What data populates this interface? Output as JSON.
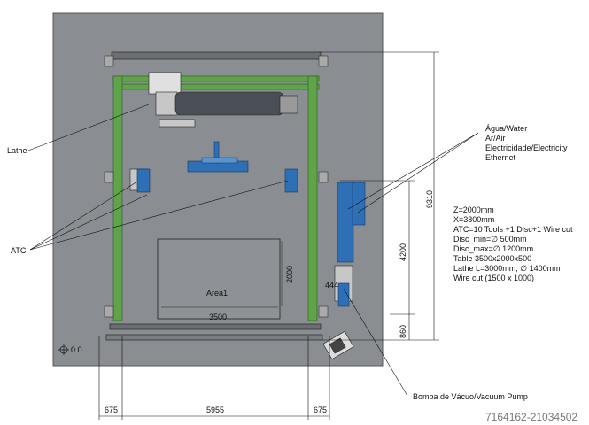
{
  "labels": {
    "lathe": "Lathe",
    "atc": "ATC",
    "area": "Area1",
    "origin": "0.0",
    "vacuum": "Bomba de Vácuo/Vacuum Pump"
  },
  "utilities": [
    "Água/Water",
    "Ar/Air",
    "Electricidade/Electricity",
    "Ethernet"
  ],
  "specs": [
    "Z=2000mm",
    "X=3800mm",
    "ATC=10 Tools +1 Disc+1 Wire cut",
    "Disc_min=∅ 500mm",
    "Disc_max=∅ 1200mm",
    "Table 3500x2000x500",
    "Lathe L=3000mm, ∅ 1400mm",
    "Wire cut (1500 x 1000)"
  ],
  "dimensions": {
    "width_left": "675",
    "width_mid": "5955",
    "width_right": "675",
    "height_total": "9310",
    "height_mid": "4200",
    "height_low": "860",
    "table_w": "3500",
    "table_h": "2000",
    "side": "444"
  },
  "watermark": "7164162-21034502",
  "colors": {
    "frame": "#5fa34a",
    "floor": "#8a8e92",
    "motor_blue": "#2f6fb5"
  }
}
